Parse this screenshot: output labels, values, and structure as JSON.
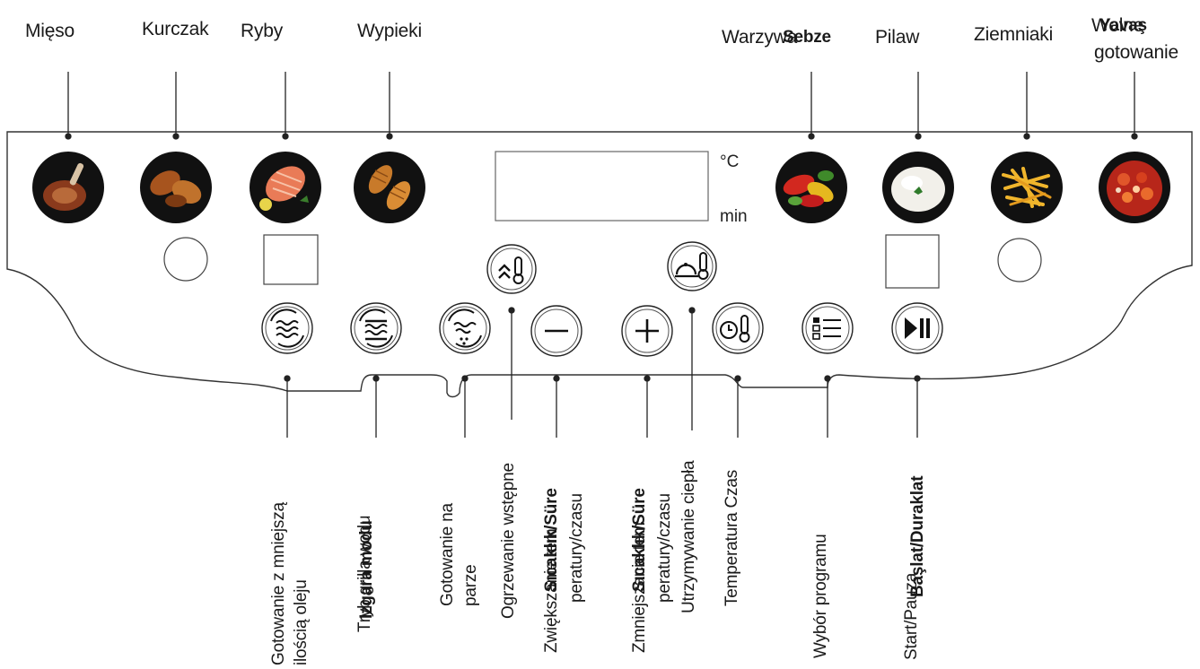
{
  "top_labels": {
    "mieso": "Mięso",
    "kurczak": "Kurczak",
    "ryby": "Ryby",
    "wypieki": "Wypieki",
    "warzywa": "Warzywa",
    "sebze": "Sebze",
    "pilaw": "Pilaw",
    "ziemniaki": "Ziemniaki",
    "wolne_line1": "Wolne",
    "yavas": "Yavaş",
    "wolne_line2": "gotowanie"
  },
  "display": {
    "unit_celsius": "°C",
    "unit_min": "min"
  },
  "bottom_labels": {
    "low_oil_1": "Gotowanie z mniejszą",
    "low_oil_2": "ilością oleju",
    "grill_a": "Tryb grilla wodu",
    "grill_b": "Izgara modu",
    "steam_1": "Gotowanie na",
    "steam_2": "parze",
    "preheat": "Ogrzewanie wstępne",
    "increase_a": "Zwiększanie tem",
    "increase_b": "Sıcaklık/Süre",
    "increase_2": "peratury/czasu",
    "decrease_a": "Zmniejszanie tem",
    "decrease_b": "Sıcaklık/Süre",
    "decrease_2": "peratury/czasu",
    "keep_warm": "Utrzymywanie ciepła",
    "temp_time": "Temperatura Czas",
    "program": "Wybór programu",
    "start_a": "Start/Pauza",
    "start_b": "Başlat/Duraklat"
  },
  "icons": {
    "food": [
      "meat-icon",
      "chicken-icon",
      "fish-icon",
      "croissant-icon",
      "vegetables-icon",
      "rice-icon",
      "fries-icon",
      "stew-icon"
    ],
    "buttons": [
      "low-oil-icon",
      "grill-mode-icon",
      "steam-icon",
      "minus-icon",
      "plus-icon",
      "temp-time-icon",
      "program-list-icon",
      "play-pause-icon",
      "preheat-icon",
      "keep-warm-icon"
    ]
  },
  "colors": {
    "outline": "#333333",
    "text": "#1a1a1a"
  }
}
